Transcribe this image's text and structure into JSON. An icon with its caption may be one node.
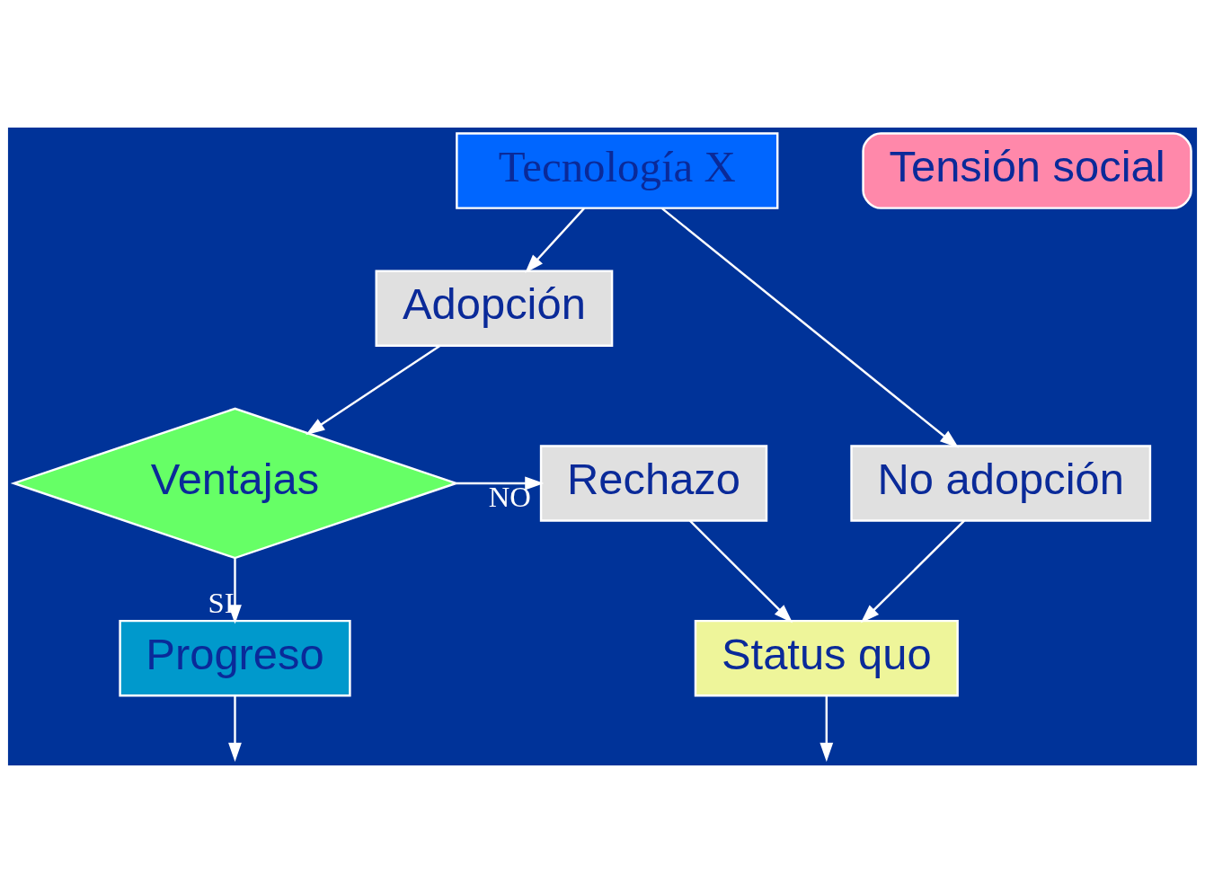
{
  "diagram": {
    "nodes": [
      {
        "text": [
          "Tecnología X"
        ]
      },
      {
        "text": [
          "Adopción"
        ]
      },
      {
        "text": [
          "No adopción"
        ]
      },
      {
        "text": [
          "Ventajas"
        ]
      },
      {
        "text": [
          "Rechazo"
        ]
      },
      {
        "text": [
          "Progreso"
        ]
      },
      {
        "text": [
          "Status quo"
        ]
      },
      {
        "text": [
          "Tensión social"
        ]
      }
    ],
    "edges": [
      {
        "from": 0,
        "to": 1,
        "arrow": "to"
      },
      {
        "from": 0,
        "to": 2,
        "arrow": "to"
      },
      {
        "from": 1,
        "to": 3,
        "arrow": "to"
      },
      {
        "from": 3,
        "to": 4,
        "arrow": "to",
        "label": "NO"
      },
      {
        "from": 3,
        "to": 5,
        "arrow": "to",
        "label": "SI"
      },
      {
        "from": 4,
        "to": 6,
        "arrow": "to"
      },
      {
        "from": 2,
        "to": 6,
        "arrow": "to"
      },
      {
        "from": 5,
        "to": null,
        "arrow": "to"
      },
      {
        "from": 6,
        "to": null,
        "arrow": "to"
      }
    ]
  }
}
